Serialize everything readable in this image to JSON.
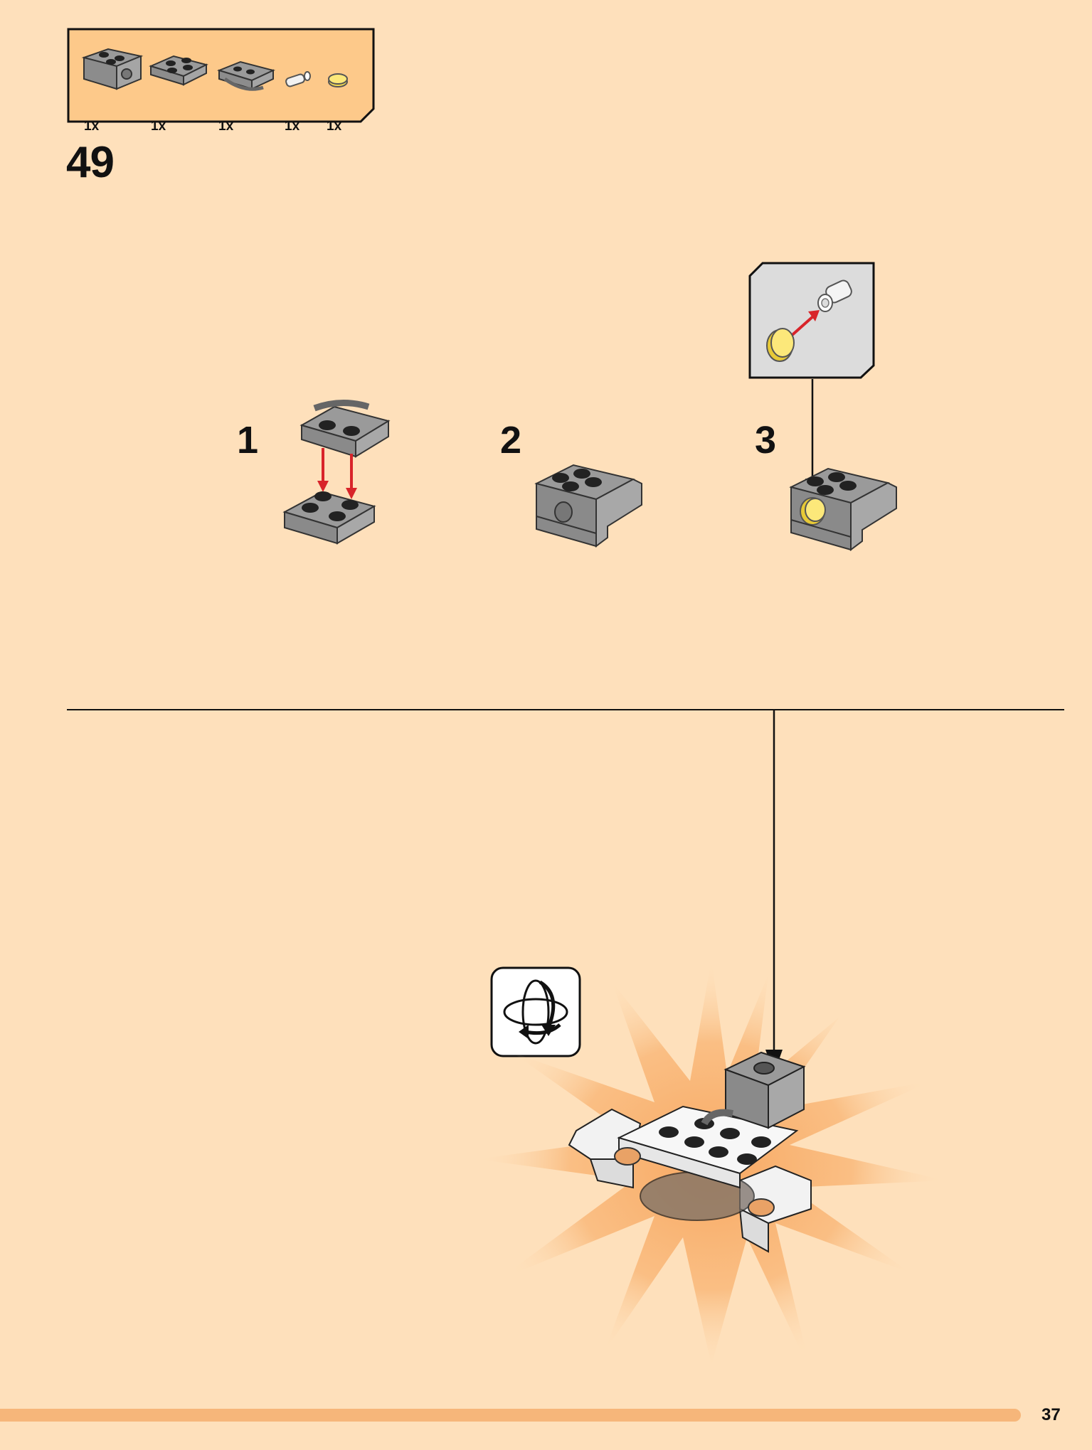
{
  "parts_list": {
    "items": [
      {
        "name": "brick-1x2-with-hole",
        "qty": "1x"
      },
      {
        "name": "plate-2x2",
        "qty": "1x"
      },
      {
        "name": "plate-2x2-with-bar-handle",
        "qty": "1x"
      },
      {
        "name": "technic-pin",
        "qty": "1x"
      },
      {
        "name": "round-tile-yellow",
        "qty": "1x"
      }
    ]
  },
  "step": {
    "number": "49"
  },
  "substeps": [
    {
      "number": "1"
    },
    {
      "number": "2"
    },
    {
      "number": "3"
    }
  ],
  "icons": {
    "rotate": "rotate-model-icon"
  },
  "colors": {
    "background": "#FEE0BB",
    "parts_box": "#FDC98A",
    "accent_burst": "#F8B06C",
    "arrow_red": "#D8242A",
    "footer_bar": "#F6B67A"
  },
  "footer": {
    "page_number": "37"
  }
}
